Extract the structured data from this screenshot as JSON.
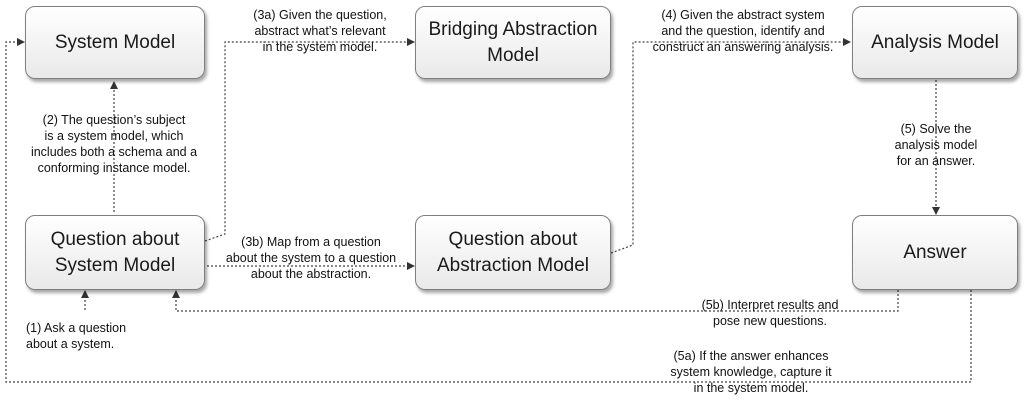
{
  "nodes": {
    "system_model": "System Model",
    "bridging_abstraction_model": "Bridging Abstraction\nModel",
    "analysis_model": "Analysis Model",
    "question_about_system_model": "Question about\nSystem Model",
    "question_about_abstraction_model": "Question about\nAbstraction Model",
    "answer": "Answer"
  },
  "labels": {
    "step_1": "(1) Ask a question\nabout a system.",
    "step_2": "(2) The question’s subject\nis a system model, which\nincludes both a schema and a\nconforming instance model.",
    "step_3a": "(3a) Given the question,\nabstract what’s relevant\nin the system model.",
    "step_3b": "(3b) Map from a question\nabout the system to a question\nabout the abstraction.",
    "step_4": "(4) Given the abstract system\nand the question, identify and\nconstruct an answering analysis.",
    "step_5": "(5) Solve the\nanalysis model\nfor an answer.",
    "step_5b": "(5b) Interpret results and\npose new questions.",
    "step_5a": "(5a) If the answer enhances\nsystem knowledge, capture it\nin the system model."
  }
}
